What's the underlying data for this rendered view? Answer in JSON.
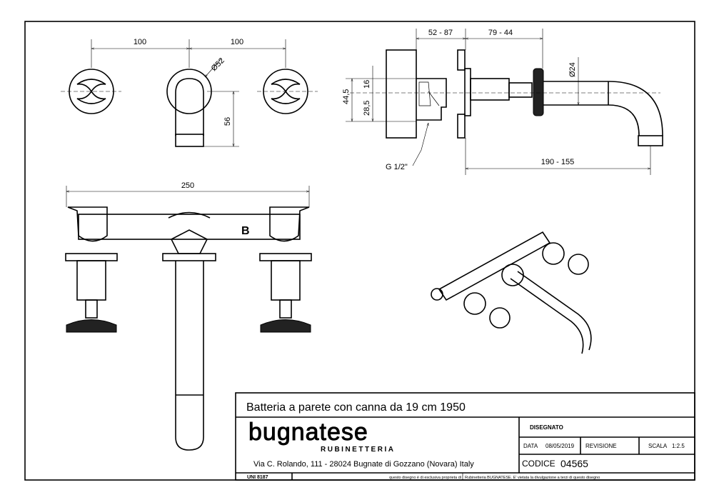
{
  "dimensions": {
    "top_spacing_left": "100",
    "top_spacing_right": "100",
    "rosette_diameter": "Ø52",
    "spout_height": "56",
    "wall_depth": "52 - 87",
    "projection": "79 - 44",
    "spout_diameter": "Ø24",
    "height_total": "44,5",
    "height_upper": "16",
    "height_lower": "28,5",
    "thread": "G 1/2\"",
    "spout_reach": "190 - 155",
    "total_width": "250",
    "body_label": "B"
  },
  "title_block": {
    "title": "Batteria a parete con canna da 19 cm 1950",
    "logo_text": "bugnatese",
    "logo_subtext": "RUBINETTERIA",
    "address": "Via C. Rolando, 111 - 28024 Bugnate di Gozzano (Novara) Italy",
    "disegnato_label": "DISEGNATO",
    "data_label": "DATA",
    "data_value": "08/05/2019",
    "revisione_label": "REVISIONE",
    "scala_label": "SCALA",
    "scala_value": "1:2.5",
    "codice_label": "CODICE",
    "codice_value": "04565",
    "standard": "UNI 8187",
    "disclaimer_a": "questo disegno è di esclusiva proprieta di",
    "disclaimer_b": "Rubinetteria BUGNATESE. E' vietata la divulgazione a terzi di questo disegno"
  }
}
